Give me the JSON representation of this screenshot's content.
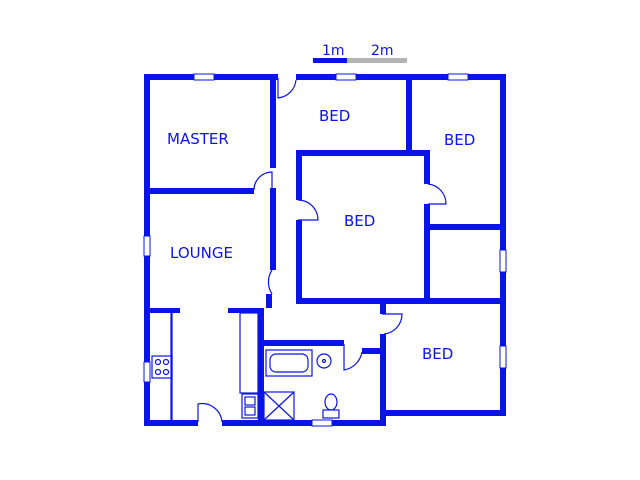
{
  "scale_bar": {
    "label_1": "1m",
    "label_2": "2m"
  },
  "rooms": {
    "master": "MASTER",
    "bed_top": "BED",
    "bed_top_right": "BED",
    "bed_center": "BED",
    "bed_bottom_right": "BED",
    "lounge": "LOUNGE"
  },
  "colors": {
    "wall": "#0a14e8",
    "scale_light": "#b4b4b4",
    "background": "#ffffff"
  }
}
